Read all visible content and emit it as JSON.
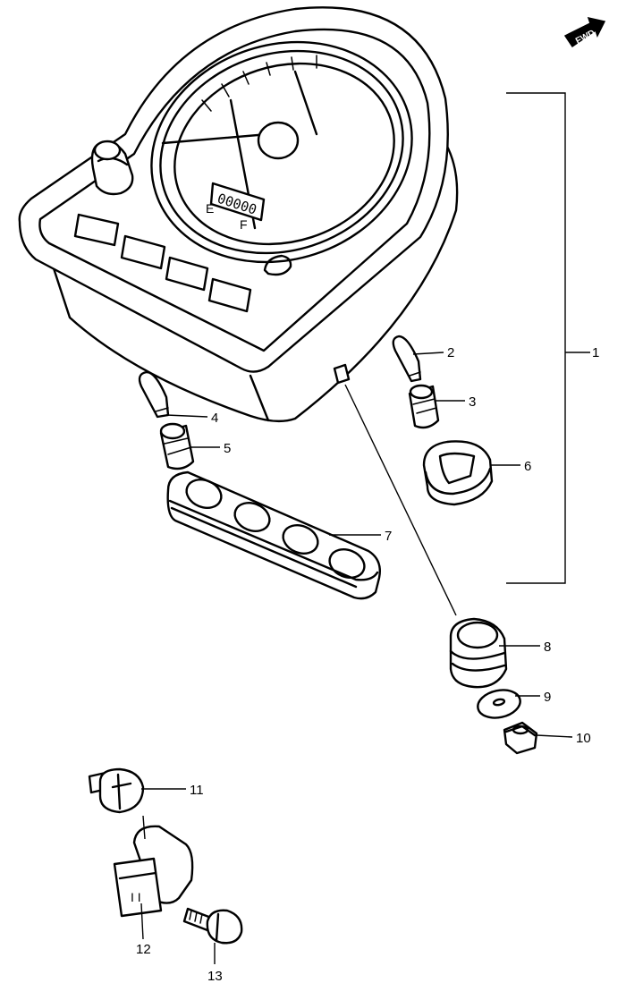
{
  "fwd_label": "FWD",
  "dial": {
    "empty_label": "E",
    "full_label": "F",
    "odometer": "00000"
  },
  "callouts": [
    "1",
    "2",
    "3",
    "4",
    "5",
    "6",
    "7",
    "8",
    "9",
    "10",
    "11",
    "12",
    "13"
  ],
  "parts": [
    {
      "ref": "1",
      "name": "meter-assembly"
    },
    {
      "ref": "2",
      "name": "bulb"
    },
    {
      "ref": "3",
      "name": "bulb-socket"
    },
    {
      "ref": "4",
      "name": "bulb"
    },
    {
      "ref": "5",
      "name": "bulb-socket"
    },
    {
      "ref": "6",
      "name": "grommet"
    },
    {
      "ref": "7",
      "name": "indicator-cushion"
    },
    {
      "ref": "8",
      "name": "damper"
    },
    {
      "ref": "9",
      "name": "washer"
    },
    {
      "ref": "10",
      "name": "nut"
    },
    {
      "ref": "11",
      "name": "screw"
    },
    {
      "ref": "12",
      "name": "sensor"
    },
    {
      "ref": "13",
      "name": "bolt"
    }
  ]
}
